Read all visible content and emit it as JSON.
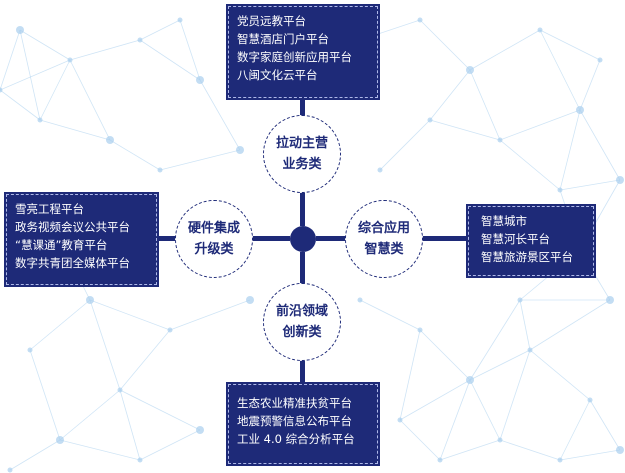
{
  "categories": {
    "top": [
      "拉动主营",
      "业务类"
    ],
    "left": [
      "硬件集成",
      "升级类"
    ],
    "right": [
      "综合应用",
      "智慧类"
    ],
    "bottom": [
      "前沿领域",
      "创新类"
    ]
  },
  "platforms": {
    "top": [
      "党员远教平台",
      "智慧酒店门户平台",
      "数字家庭创新应用平台",
      "八闽文化云平台"
    ],
    "left": [
      "雪亮工程平台",
      "政务视频会议公共平台",
      "“慧课通”教育平台",
      "数字共青团全媒体平台"
    ],
    "right": [
      "智慧城市",
      "智慧河长平台",
      "智慧旅游景区平台"
    ],
    "bottom": [
      "生态农业精准扶贫平台",
      "地震预警信息公布平台",
      "工业 4.0 综合分析平台"
    ]
  },
  "colors": {
    "primary": "#1e2a78",
    "network": "#a9cfee"
  }
}
